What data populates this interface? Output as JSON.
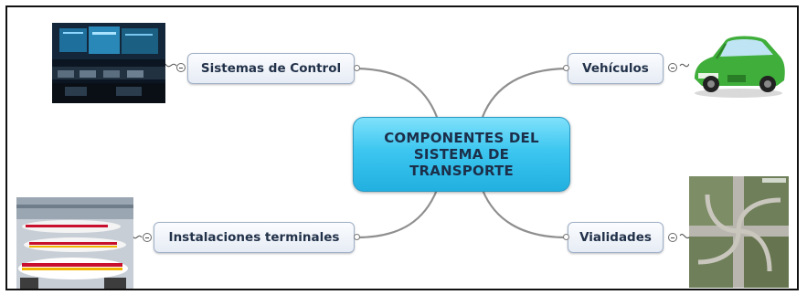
{
  "central": {
    "label": "COMPONENTES DEL\nSISTEMA DE\nTRANSPORTE"
  },
  "topics": {
    "control": "Sistemas de Control",
    "vehiculos": "Vehículos",
    "instalaciones": "Instalaciones terminales",
    "vialidades": "Vialidades"
  },
  "images": {
    "control": "control-room-photo",
    "vehiculos": "green-car-photo",
    "instalaciones": "airport-airplanes-photo",
    "vialidades": "highway-interchange-aerial-photo"
  },
  "colors": {
    "central_fill": "#3cc6f0",
    "topic_fill": "#e6ecf5",
    "branch_line": "#8a8a8a"
  }
}
